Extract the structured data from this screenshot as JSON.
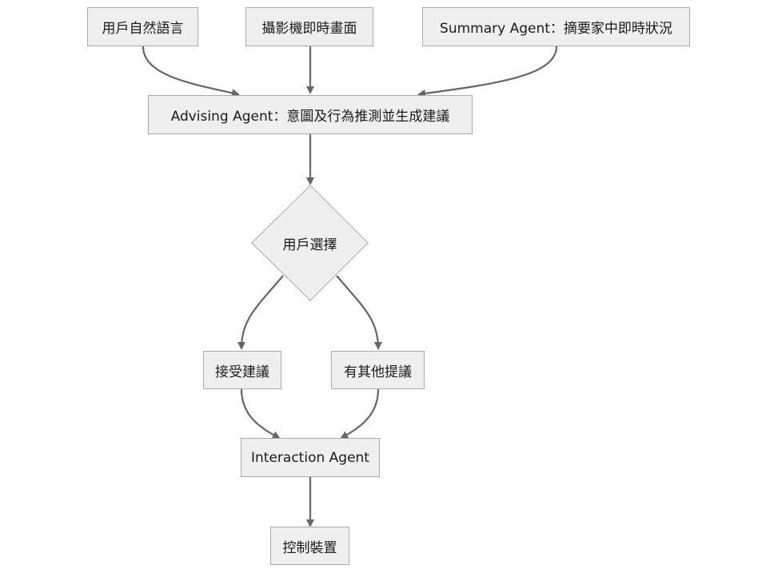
{
  "diagram": {
    "nodes": {
      "user_language": "用戶自然語言",
      "camera_feed": "攝影機即時畫面",
      "summary_agent": "Summary Agent：摘要家中即時狀況",
      "advising_agent": "Advising Agent：意圖及行為推測並生成建議",
      "user_choice": "用戶選擇",
      "accept": "接受建議",
      "other": "有其他提議",
      "interaction_agent": "Interaction Agent",
      "control_device": "控制裝置"
    },
    "colors": {
      "node_fill": "#efefef",
      "node_border": "#aaaaaa",
      "edge": "#666666"
    }
  }
}
